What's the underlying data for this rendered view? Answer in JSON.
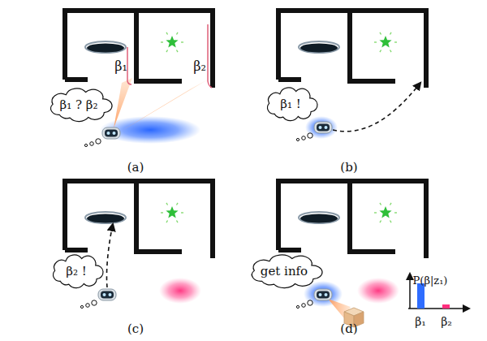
{
  "diagram": {
    "nodes": [
      {
        "text": [
          "β₁ ? β₂"
        ]
      },
      {
        "text": [
          "β₁ !"
        ]
      },
      {
        "text": [
          "β₂ !"
        ]
      },
      {
        "text": [
          "get info"
        ]
      }
    ],
    "labels": [
      "β₁",
      "β₂",
      "(a)",
      "(b)",
      "(c)",
      "(d)",
      "P(β|z₁)",
      "β₁",
      "β₂"
    ]
  }
}
